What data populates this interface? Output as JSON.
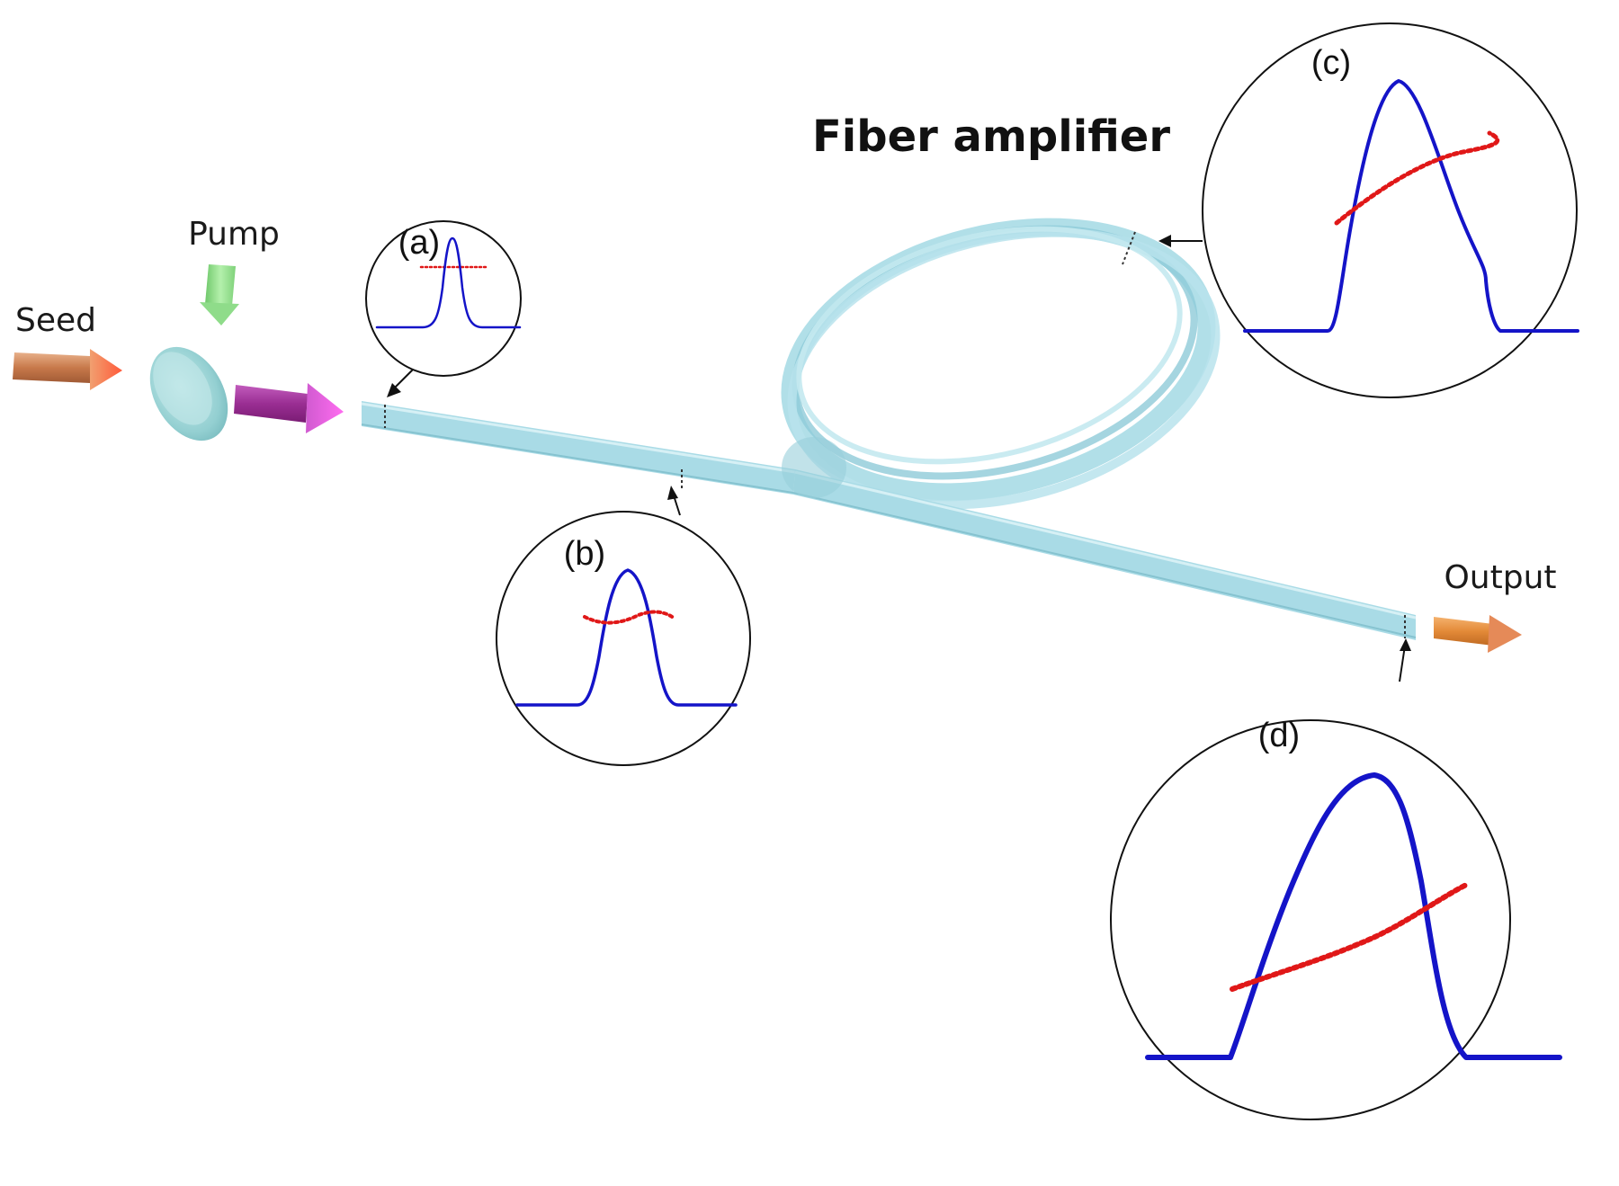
{
  "title": "Fiber amplifier",
  "labels": {
    "seed": "Seed",
    "pump": "Pump",
    "output": "Output"
  },
  "insets": {
    "a": "(a)",
    "b": "(b)",
    "c": "(c)",
    "d": "(d)"
  },
  "colors": {
    "pulse_envelope": "#1414c8",
    "phase": "#e01818",
    "fiber": "#a9dbe6",
    "seed_arrow": "#d08a5a",
    "pump_arrow": "#8fdc8a",
    "combined_arrow": "#b03aa8",
    "output_arrow": "#e0954a",
    "combiner": "#9fd6d8"
  }
}
